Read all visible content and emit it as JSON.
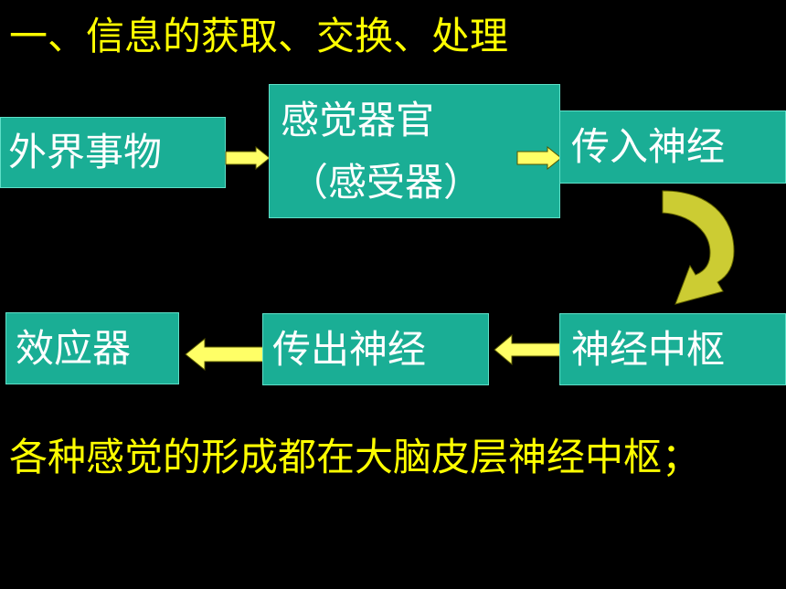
{
  "title": "一、信息的获取、交换、处理",
  "flow": {
    "external": "外界事物",
    "sense_organ_line1": "感觉器官",
    "sense_organ_line2": "（感受器）",
    "afferent": "传入神经",
    "center": "神经中枢",
    "efferent": "传出神经",
    "effector": "效应器"
  },
  "note": "各种感觉的形成都在大脑皮层神经中枢；",
  "colors": {
    "box_fill": "#1aae95",
    "arrow_fill": "#ffff66",
    "text_highlight": "#ffff00",
    "background": "#000000"
  }
}
